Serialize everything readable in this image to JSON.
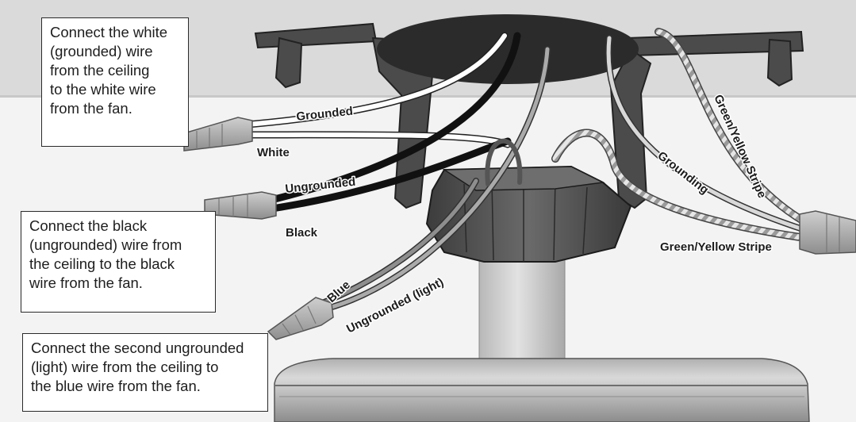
{
  "callouts": {
    "white": [
      "Connect the white",
      "(grounded) wire",
      "from the ceiling",
      "to the white wire",
      "from the fan."
    ],
    "black": [
      "Connect the black",
      "(ungrounded) wire from",
      "the ceiling to the black",
      "wire from the fan."
    ],
    "blue": [
      "Connect the second ungrounded",
      "(light) wire from the ceiling to",
      "the blue wire from the fan."
    ]
  },
  "wire_labels": {
    "grounded": "Grounded",
    "white": "White",
    "ungrounded": "Ungrounded",
    "black": "Black",
    "blue": "Blue",
    "ungrounded_light": "Ungrounded (light)",
    "grounding": "Grounding",
    "green_yellow_stripe_upper": "Green/Yellow Stripe",
    "green_yellow_stripe_lower": "Green/Yellow Stripe"
  }
}
